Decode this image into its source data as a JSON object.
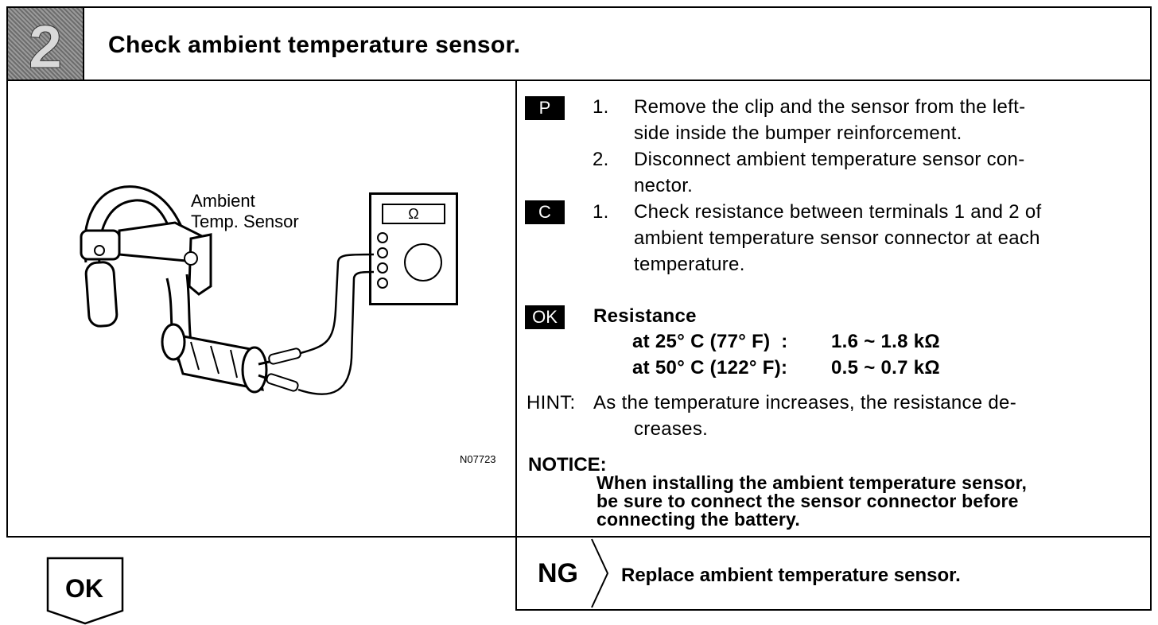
{
  "step": {
    "number": "2",
    "title": "Check ambient temperature sensor."
  },
  "figure": {
    "label_line1": "Ambient",
    "label_line2": "Temp. Sensor",
    "ohm_symbol": "Ω",
    "figure_id": "N07723"
  },
  "tags": {
    "p": "P",
    "c": "C",
    "ok": "OK"
  },
  "procedure": {
    "p_steps": [
      {
        "num": "1.",
        "line1": "Remove the clip and the sensor from the left-",
        "line2": "side inside the bumper reinforcement."
      },
      {
        "num": "2.",
        "line1": "Disconnect ambient temperature sensor con-",
        "line2": "nector."
      }
    ],
    "c_steps": [
      {
        "num": "1.",
        "line1": "Check resistance between terminals 1 and 2 of",
        "line2": "ambient temperature sensor connector at each",
        "line3": "temperature."
      }
    ]
  },
  "spec": {
    "heading": "Resistance",
    "row1_cond": "at 25° C (77° F)  :",
    "row1_value": "1.6 ~ 1.8 kΩ",
    "row2_cond": "at 50° C (122° F):",
    "row2_value": "0.5 ~ 0.7 kΩ"
  },
  "hint": {
    "label": "HINT:",
    "line1": "As the temperature increases, the resistance de-",
    "line2": "creases."
  },
  "notice": {
    "label": "NOTICE:",
    "line1": "When installing the ambient temperature sensor,",
    "line2": "be sure to connect the sensor connector before",
    "line3": "connecting the battery."
  },
  "result": {
    "ok_label": "OK",
    "ng_label": "NG",
    "ng_action": "Replace ambient temperature sensor."
  }
}
